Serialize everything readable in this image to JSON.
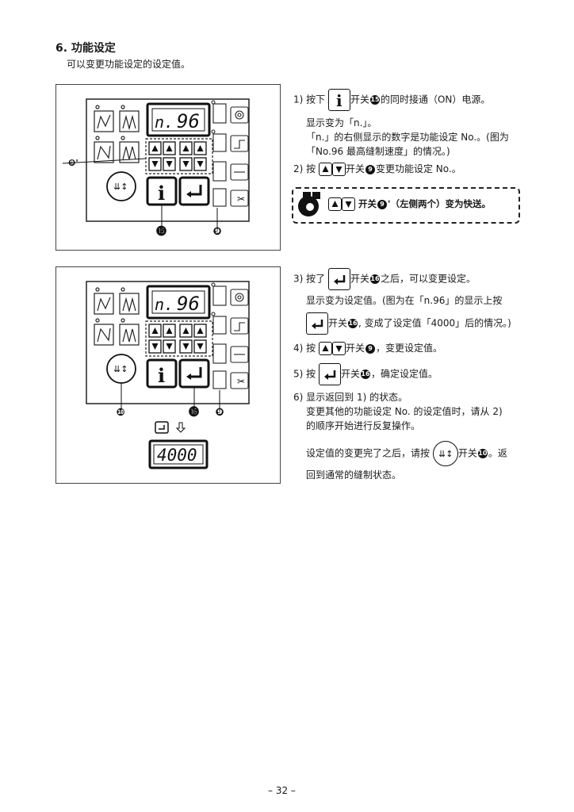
{
  "section": {
    "title": "6. 功能设定",
    "subtitle": "可以变更功能设定的设定值。"
  },
  "panel1": {
    "display_left": "n.",
    "display_right": "96",
    "callouts": {
      "switch9p": "❾'",
      "switch15": "⓯",
      "switch9": "❾"
    }
  },
  "panel2": {
    "display_left": "n.",
    "display_right": "96",
    "result_display": "4000",
    "callouts": {
      "switch10": "❿",
      "switch16": "⓰",
      "switch9": "❾"
    }
  },
  "steps1": {
    "s1_a": "1) 按下",
    "s1_b": "开关",
    "s1_num": "15",
    "s1_c": "的同时接通（ON）电源。",
    "s1_l2": "显示变为「n.」。",
    "s1_l3": "「n.」的右侧显示的数字是功能设定 No.。(图为",
    "s1_l4": "「No.96 最高缝制速度」的情况。)",
    "s2_a": "2) 按",
    "s2_b": "开关",
    "s2_num": "9",
    "s2_c": "变更功能设定 No.。"
  },
  "tip": {
    "a": "开关",
    "num": "9",
    "b": "'（左侧两个）变为快送。"
  },
  "steps2": {
    "s3_a": "3) 按了",
    "s3_b": "开关",
    "s3_num": "16",
    "s3_c": "之后，可以变更设定。",
    "s3_l2": "显示变为设定值。(图为在「n.96」的显示上按",
    "s3_l3_a": "开关",
    "s3_l3_num": "16",
    "s3_l3_b": ", 变成了设定值「4000」后的情况。)",
    "s4_a": "4) 按",
    "s4_b": "开关",
    "s4_num": "9",
    "s4_c": "，变更设定值。",
    "s5_a": "5) 按",
    "s5_b": "开关",
    "s5_num": "16",
    "s5_c": "，确定设定值。",
    "s6_l1": "6) 显示返回到 1) 的状态。",
    "s6_l2": "变更其他的功能设定 No. 的设定值时，请从 2)",
    "s6_l3": "的顺序开始进行反复操作。",
    "s6_l4_a": "设定值的变更完了之后，请按",
    "s6_l4_b": "开关",
    "s6_l4_num": "10",
    "s6_l4_c": "。返",
    "s6_l5": "回到通常的缝制状态。"
  },
  "page_number": "– 32 –"
}
